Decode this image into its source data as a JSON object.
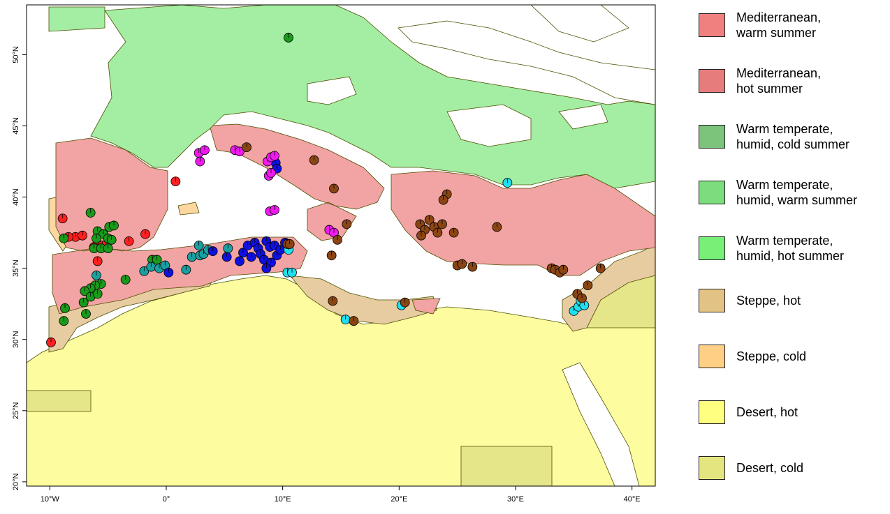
{
  "map": {
    "x_ticks": [
      "10°W",
      "0°",
      "10°E",
      "20°E",
      "30°E",
      "40°E"
    ],
    "y_ticks": [
      "20°N",
      "25°N",
      "30°N",
      "35°N",
      "40°N",
      "45°N",
      "50°N"
    ],
    "extent": {
      "lon": [
        -12,
        42
      ],
      "lat": [
        19.7,
        53.5
      ]
    }
  },
  "legend": {
    "items": [
      {
        "label": "Mediterranean,\nwarm summer",
        "color": "#f08080"
      },
      {
        "label": "Mediterranean,\nhot summer",
        "color": "#e67c7c"
      },
      {
        "label": "Warm temperate,\nhumid, cold summer",
        "color": "#7cc47c"
      },
      {
        "label": "Warm temperate,\nhumid, warm summer",
        "color": "#7cdd7c"
      },
      {
        "label": "Warm temperate,\nhumid, hot summer",
        "color": "#78f078"
      },
      {
        "label": "Steppe, hot",
        "color": "#e3c285"
      },
      {
        "label": "Steppe, cold",
        "color": "#ffcf85"
      },
      {
        "label": "Desert, hot",
        "color": "#ffff80"
      },
      {
        "label": "Desert, cold",
        "color": "#e5e580"
      }
    ]
  },
  "zone_colors": {
    "desert_hot": "#fdfda0",
    "desert_cold": "#e5e58a",
    "steppe_hot": "#e6cca0",
    "steppe_cold": "#fcd79f",
    "med_hot": "#f2a3a3",
    "temperate": "#a3eea3",
    "stroke": "#4d4d00"
  },
  "sites": [
    {
      "group": "red",
      "color": "#ff2020",
      "points": [
        [
          -8.9,
          38.5
        ],
        [
          -7.8,
          37.2
        ],
        [
          -7.2,
          37.3
        ],
        [
          -6.2,
          36.5
        ],
        [
          -5.5,
          36.6
        ],
        [
          -3.2,
          36.9
        ],
        [
          -1.8,
          37.4
        ],
        [
          -5.9,
          35.5
        ],
        [
          -9.9,
          29.8
        ],
        [
          0.8,
          41.1
        ],
        [
          -8.4,
          37.2
        ]
      ]
    },
    {
      "group": "green",
      "color": "#1a9a1a",
      "points": [
        [
          -8.8,
          37.1
        ],
        [
          -6.5,
          38.9
        ],
        [
          -5.9,
          37.6
        ],
        [
          -5.4,
          37.4
        ],
        [
          -4.9,
          37.9
        ],
        [
          -4.5,
          38.0
        ],
        [
          -5.0,
          37.1
        ],
        [
          -4.7,
          37.0
        ],
        [
          -6.0,
          37.1
        ],
        [
          -6.2,
          36.4
        ],
        [
          -5.6,
          36.4
        ],
        [
          -5.0,
          36.4
        ],
        [
          -3.5,
          34.2
        ],
        [
          -5.6,
          33.9
        ],
        [
          -6.1,
          33.8
        ],
        [
          -6.5,
          33.6
        ],
        [
          -7.0,
          33.4
        ],
        [
          -7.1,
          32.6
        ],
        [
          -6.5,
          33.0
        ],
        [
          -5.9,
          33.2
        ],
        [
          -6.9,
          31.8
        ],
        [
          -8.7,
          32.2
        ],
        [
          -8.8,
          31.3
        ],
        [
          -1.2,
          35.6
        ],
        [
          -0.8,
          35.6
        ],
        [
          10.5,
          51.2
        ]
      ]
    },
    {
      "group": "teal",
      "color": "#1aa0a0",
      "points": [
        [
          -6.0,
          34.5
        ],
        [
          -1.9,
          34.8
        ],
        [
          -1.3,
          35.1
        ],
        [
          -0.6,
          35.0
        ],
        [
          -0.1,
          35.2
        ],
        [
          1.7,
          34.9
        ],
        [
          2.2,
          35.8
        ],
        [
          2.9,
          35.9
        ],
        [
          3.2,
          36.0
        ],
        [
          2.8,
          36.6
        ],
        [
          3.6,
          36.3
        ],
        [
          5.3,
          36.4
        ]
      ]
    },
    {
      "group": "blue",
      "color": "#1010e0",
      "points": [
        [
          0.2,
          34.7
        ],
        [
          4.0,
          36.2
        ],
        [
          5.2,
          35.8
        ],
        [
          6.3,
          35.5
        ],
        [
          6.6,
          36.1
        ],
        [
          7.0,
          36.6
        ],
        [
          7.3,
          35.8
        ],
        [
          7.6,
          36.8
        ],
        [
          7.9,
          36.4
        ],
        [
          8.1,
          36.0
        ],
        [
          8.4,
          35.6
        ],
        [
          8.6,
          36.9
        ],
        [
          8.9,
          36.5
        ],
        [
          9.0,
          35.4
        ],
        [
          9.3,
          36.6
        ],
        [
          9.5,
          35.9
        ],
        [
          9.8,
          36.3
        ],
        [
          10.2,
          36.8
        ],
        [
          8.6,
          35.0
        ],
        [
          9.4,
          42.4
        ],
        [
          9.5,
          42.0
        ]
      ]
    },
    {
      "group": "cyan",
      "color": "#20e0f0",
      "points": [
        [
          10.5,
          36.3
        ],
        [
          10.4,
          34.7
        ],
        [
          10.8,
          34.7
        ],
        [
          15.4,
          31.4
        ],
        [
          20.2,
          32.4
        ],
        [
          29.3,
          41.0
        ],
        [
          35.0,
          32.0
        ],
        [
          35.4,
          32.3
        ],
        [
          35.6,
          32.7
        ],
        [
          35.9,
          32.4
        ]
      ]
    },
    {
      "group": "magenta",
      "color": "#f01af0",
      "points": [
        [
          2.8,
          43.1
        ],
        [
          3.3,
          43.3
        ],
        [
          2.9,
          42.5
        ],
        [
          5.9,
          43.3
        ],
        [
          6.3,
          43.2
        ],
        [
          8.7,
          42.5
        ],
        [
          9.0,
          42.8
        ],
        [
          9.3,
          42.9
        ],
        [
          8.8,
          41.5
        ],
        [
          9.0,
          41.7
        ],
        [
          8.9,
          39.0
        ],
        [
          9.3,
          39.1
        ],
        [
          14.0,
          37.7
        ],
        [
          14.4,
          37.5
        ]
      ]
    },
    {
      "group": "brown",
      "color": "#8b4513",
      "points": [
        [
          6.9,
          43.5
        ],
        [
          12.7,
          42.6
        ],
        [
          14.4,
          40.6
        ],
        [
          15.5,
          38.1
        ],
        [
          14.7,
          37.0
        ],
        [
          14.2,
          35.9
        ],
        [
          14.3,
          32.7
        ],
        [
          16.1,
          31.3
        ],
        [
          20.5,
          32.6
        ],
        [
          21.8,
          38.1
        ],
        [
          22.2,
          37.7
        ],
        [
          22.6,
          38.4
        ],
        [
          23.0,
          37.9
        ],
        [
          23.3,
          37.5
        ],
        [
          23.7,
          38.1
        ],
        [
          24.1,
          40.2
        ],
        [
          23.8,
          39.8
        ],
        [
          24.7,
          37.5
        ],
        [
          25.0,
          35.2
        ],
        [
          25.4,
          35.3
        ],
        [
          26.3,
          35.1
        ],
        [
          28.4,
          37.9
        ],
        [
          33.1,
          35.0
        ],
        [
          33.4,
          34.9
        ],
        [
          33.8,
          34.7
        ],
        [
          34.1,
          34.9
        ],
        [
          35.3,
          33.2
        ],
        [
          35.7,
          32.9
        ],
        [
          36.2,
          33.8
        ],
        [
          37.3,
          35.0
        ],
        [
          10.4,
          36.7
        ],
        [
          10.6,
          36.7
        ],
        [
          21.9,
          37.3
        ]
      ]
    }
  ]
}
